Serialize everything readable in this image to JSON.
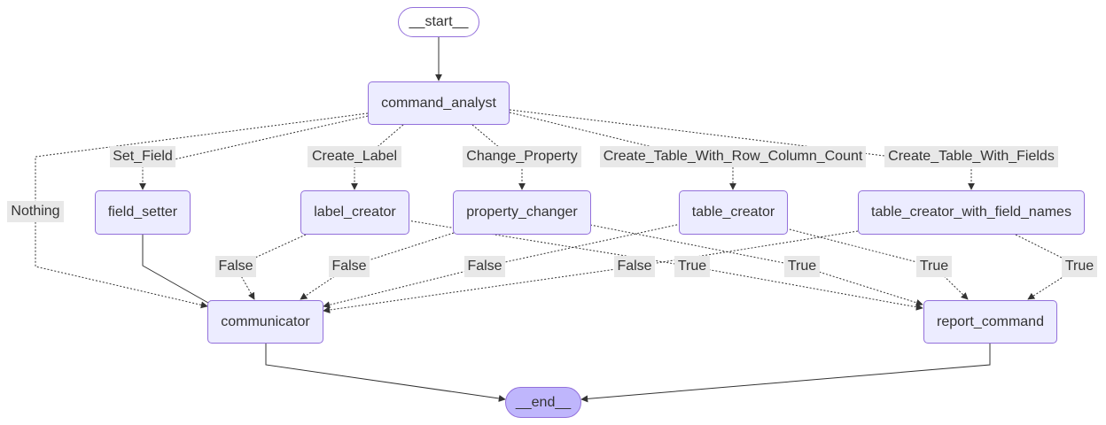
{
  "nodes": {
    "start": "__start__",
    "command_analyst": "command_analyst",
    "field_setter": "field_setter",
    "label_creator": "label_creator",
    "property_changer": "property_changer",
    "table_creator": "table_creator",
    "table_creator_with_field_names": "table_creator_with_field_names",
    "communicator": "communicator",
    "report_command": "report_command",
    "end": "__end__"
  },
  "edge_labels": {
    "nothing": "Nothing",
    "set_field": "Set_Field",
    "create_label": "Create_Label",
    "change_property": "Change_Property",
    "create_table_rc": "Create_Table_With_Row_Column_Count",
    "create_table_fields": "Create_Table_With_Fields",
    "lc_false": "False",
    "pc_false": "False",
    "tc_false": "False",
    "tcf_false": "False",
    "lc_true": "True",
    "pc_true": "True",
    "tc_true": "True",
    "tcf_true": "True"
  },
  "colors": {
    "node_fill": "#ECECFF",
    "node_border": "#9370DB",
    "end_fill": "#BFB6FC",
    "edge": "#333333",
    "label_bg": "#E8E8E8"
  }
}
